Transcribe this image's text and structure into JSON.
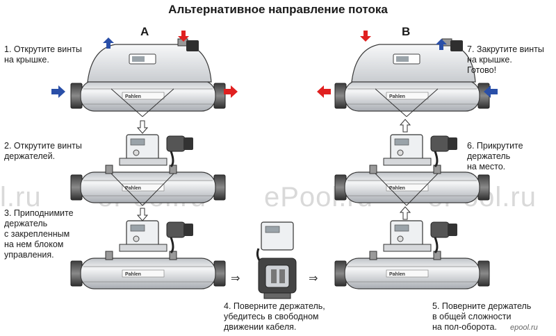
{
  "title": "Альтернативное направление потока",
  "labels": {
    "a": "A",
    "b": "B"
  },
  "steps": {
    "s1": "1. Открутите винты\n    на крышке.",
    "s2": "2. Открутите винты\n    держателей.",
    "s3": "3. Приподнимите\n    держатель\n    с закрепленным\n    на нем блоком\n    управления.",
    "s4": "4. Поверните держатель,\n    убедитесь в свободном\n    движении кабеля.",
    "s5": "5. Поверните держатель\n    в общей сложности\n    на пол-оборота.",
    "s6": "6. Прикрутите\n    держатель\n    на место.",
    "s7": "7. Закрутите винты\n    на крышке.\n    Готово!"
  },
  "watermarks": [
    "l.ru",
    "ePool.ru",
    "ePool.ru",
    "ePool.ru"
  ],
  "brand_mark": "epool.ru",
  "colors": {
    "inlet": "#2a4fa8",
    "outlet": "#e02020",
    "body": "#e4e6e9",
    "outline": "#3a3a3a"
  }
}
